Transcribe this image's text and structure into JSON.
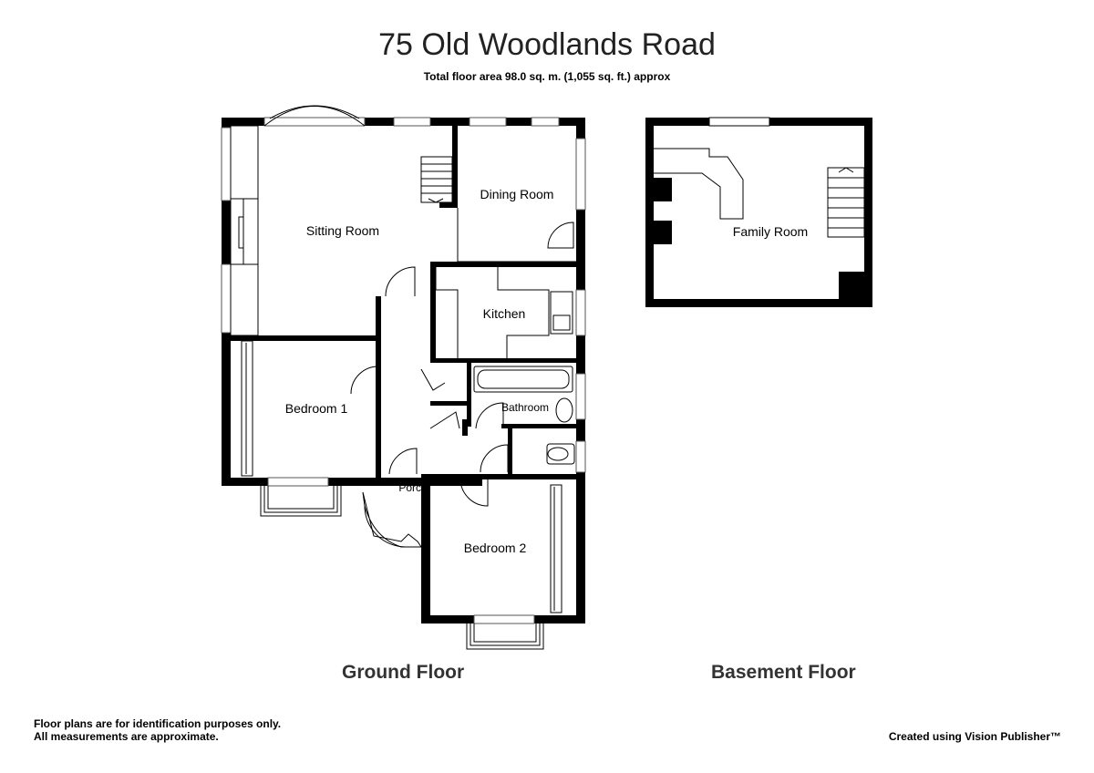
{
  "header": {
    "title": "75 Old Woodlands Road",
    "subtitle": "Total floor area 98.0 sq. m. (1,055 sq. ft.) approx"
  },
  "floors": {
    "ground_label": "Ground Floor",
    "basement_label": "Basement Floor"
  },
  "rooms": {
    "sitting_room": "Sitting Room",
    "dining_room": "Dining Room",
    "kitchen": "Kitchen",
    "bedroom_1": "Bedroom 1",
    "bathroom": "Bathroom",
    "porch": "Porch",
    "bedroom_2": "Bedroom 2",
    "family_room": "Family Room"
  },
  "footer": {
    "disclaimer_line1": "Floor plans are for identification purposes only.",
    "disclaimer_line2": "All measurements are approximate.",
    "credit": "Created using Vision Publisher™"
  }
}
